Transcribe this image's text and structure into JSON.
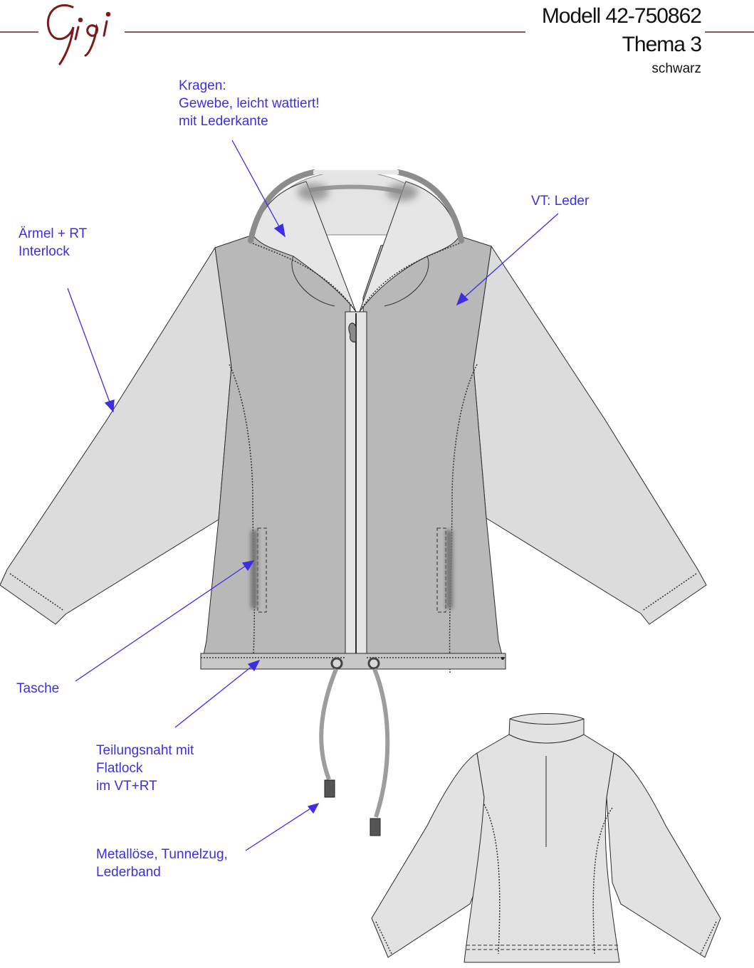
{
  "brand": {
    "logo_text": "Gigi"
  },
  "header": {
    "model": "Modell 42-750862",
    "theme": "Thema 3",
    "color": "schwarz"
  },
  "annotations": [
    {
      "id": "kragen",
      "text": "Kragen:\nGewebe, leicht wattiert!\nmit Lederkante"
    },
    {
      "id": "vt",
      "text": "VT: Leder"
    },
    {
      "id": "aermel",
      "text": "Ärmel + RT\nInterlock"
    },
    {
      "id": "tasche",
      "text": "Tasche"
    },
    {
      "id": "teilung",
      "text": "Teilungsnaht mit\nFlatlock\nim VT+RT"
    },
    {
      "id": "metall",
      "text": "Metallöse, Tunnelzug,\nLederband"
    }
  ],
  "colors": {
    "annotation": "#3d2fe0",
    "header_rule": "#6b1f1f",
    "logo": "#7a1a1a",
    "leather": "#b8b8b8",
    "interlock": "#dcdcdc",
    "collar": "#e2e2e2",
    "outline": "#2a2a2a"
  }
}
